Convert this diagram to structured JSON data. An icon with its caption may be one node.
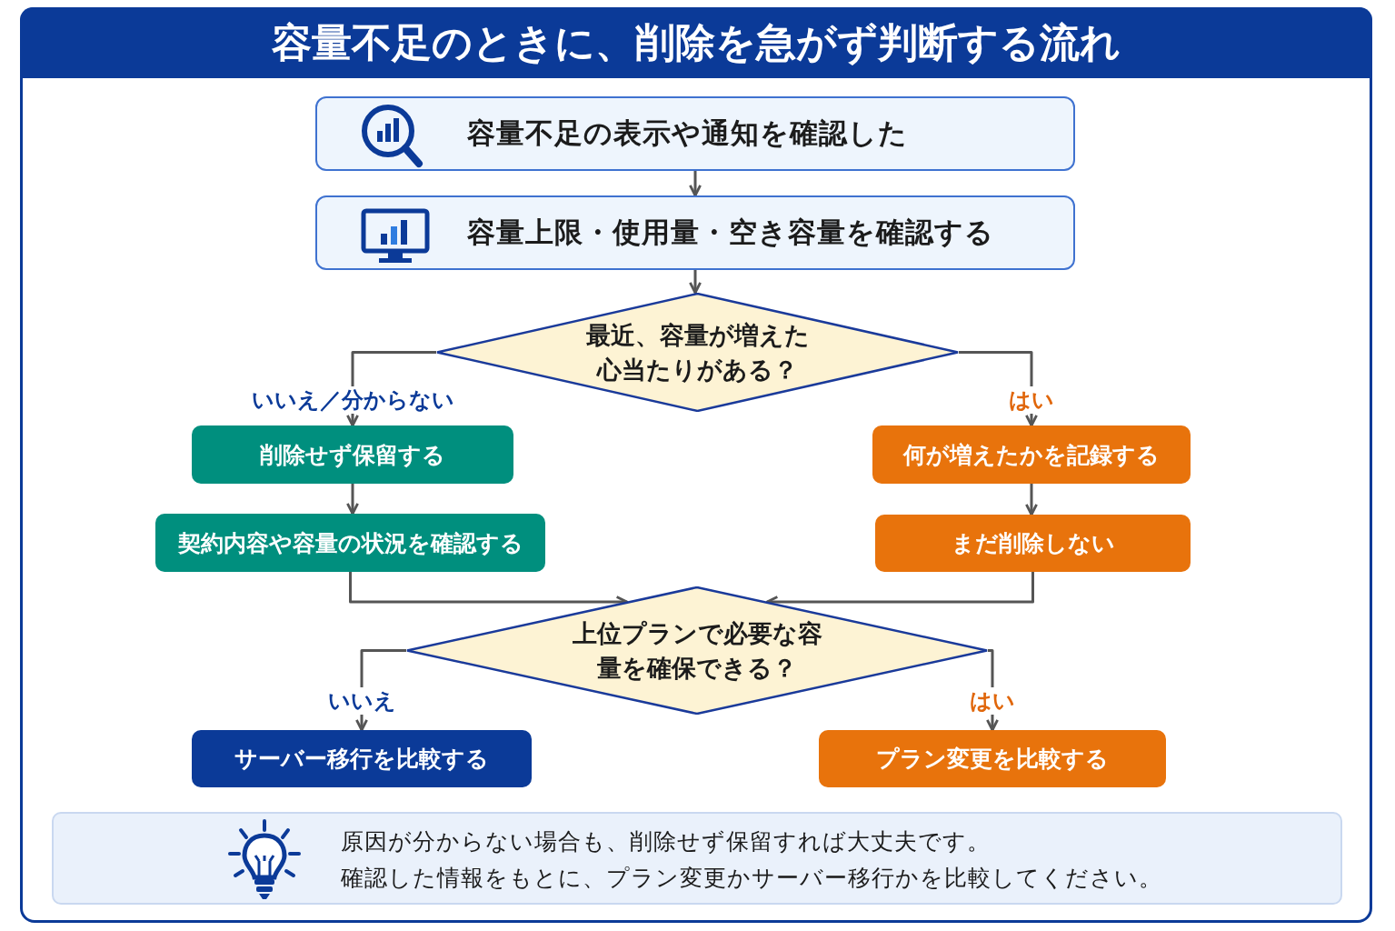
{
  "diagram": {
    "title": "容量不足のときに、削除を急がず判断する流れ",
    "nodes": [
      {
        "text": [
          "容量不足の表示や通知を確認した"
        ]
      },
      {
        "text": [
          "容量上限・使用量・空き容量を確認する"
        ]
      },
      {
        "text": [
          "最近、容量が増えた心当たりがある？"
        ]
      },
      {
        "text": [
          "削除せず保留する"
        ]
      },
      {
        "text": [
          "何が増えたかを記録する"
        ]
      },
      {
        "text": [
          "契約内容や容量の状況を確認する"
        ]
      },
      {
        "text": [
          "まだ削除しない"
        ]
      },
      {
        "text": [
          "上位プランで必要な容量を確保できる？"
        ]
      },
      {
        "text": [
          "サーバー移行を比較する"
        ]
      },
      {
        "text": [
          "プラン変更を比較する"
        ]
      },
      {
        "text": [
          "原因が分からない場合も、削除せず保留すれば大丈夫です。",
          "確認した情報をもとに、プラン変更かサーバー移行かを比較してください。"
        ]
      }
    ],
    "edges": [
      {
        "from": 0,
        "to": 1,
        "arrow": "to"
      },
      {
        "from": 1,
        "to": 2,
        "arrow": "to"
      },
      {
        "from": 2,
        "to": 3,
        "arrow": "to",
        "label": "いいえ／分からない"
      },
      {
        "from": 2,
        "to": 4,
        "arrow": "to",
        "label": "はい"
      },
      {
        "from": 3,
        "to": 5,
        "arrow": "to"
      },
      {
        "from": 4,
        "to": 6,
        "arrow": "to"
      },
      {
        "from": 5,
        "to": 7,
        "arrow": "to"
      },
      {
        "from": 6,
        "to": 7,
        "arrow": "to"
      },
      {
        "from": 7,
        "to": 8,
        "arrow": "to",
        "label": "いいえ"
      },
      {
        "from": 7,
        "to": 9,
        "arrow": "to",
        "label": "はい"
      }
    ]
  }
}
